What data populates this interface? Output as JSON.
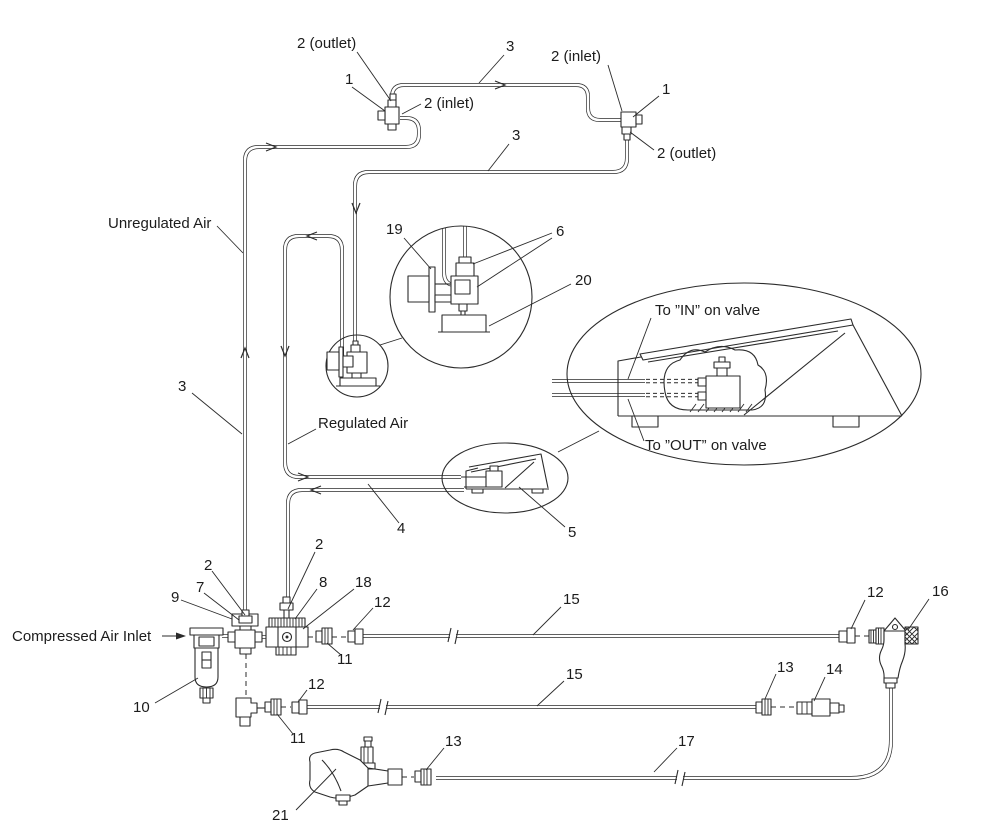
{
  "diagram": {
    "kind": "pneumatic air supply parts diagram",
    "line_color": "#2b2b2b",
    "background": "#ffffff"
  },
  "flow_labels": {
    "unregulated_air": "Unregulated Air",
    "regulated_air": "Regulated Air",
    "compressed_air_inlet": "Compressed Air Inlet",
    "to_in_valve": "To ”IN” on valve",
    "to_out_valve": "To ”OUT” on valve"
  },
  "callouts": [
    {
      "text": "2 (outlet)"
    },
    {
      "text": "1"
    },
    {
      "text": "3"
    },
    {
      "text": "2 (inlet)"
    },
    {
      "text": "2 (inlet)"
    },
    {
      "text": "1"
    },
    {
      "text": "2 (outlet)"
    },
    {
      "text": "3"
    },
    {
      "text": "19"
    },
    {
      "text": "6"
    },
    {
      "text": "20"
    },
    {
      "text": "3"
    },
    {
      "text": "4"
    },
    {
      "text": "5"
    },
    {
      "text": "2"
    },
    {
      "text": "7"
    },
    {
      "text": "9"
    },
    {
      "text": "2"
    },
    {
      "text": "8"
    },
    {
      "text": "18"
    },
    {
      "text": "12"
    },
    {
      "text": "15"
    },
    {
      "text": "12"
    },
    {
      "text": "16"
    },
    {
      "text": "10"
    },
    {
      "text": "11"
    },
    {
      "text": "11"
    },
    {
      "text": "12"
    },
    {
      "text": "15"
    },
    {
      "text": "13"
    },
    {
      "text": "14"
    },
    {
      "text": "13"
    },
    {
      "text": "17"
    },
    {
      "text": "21"
    }
  ]
}
